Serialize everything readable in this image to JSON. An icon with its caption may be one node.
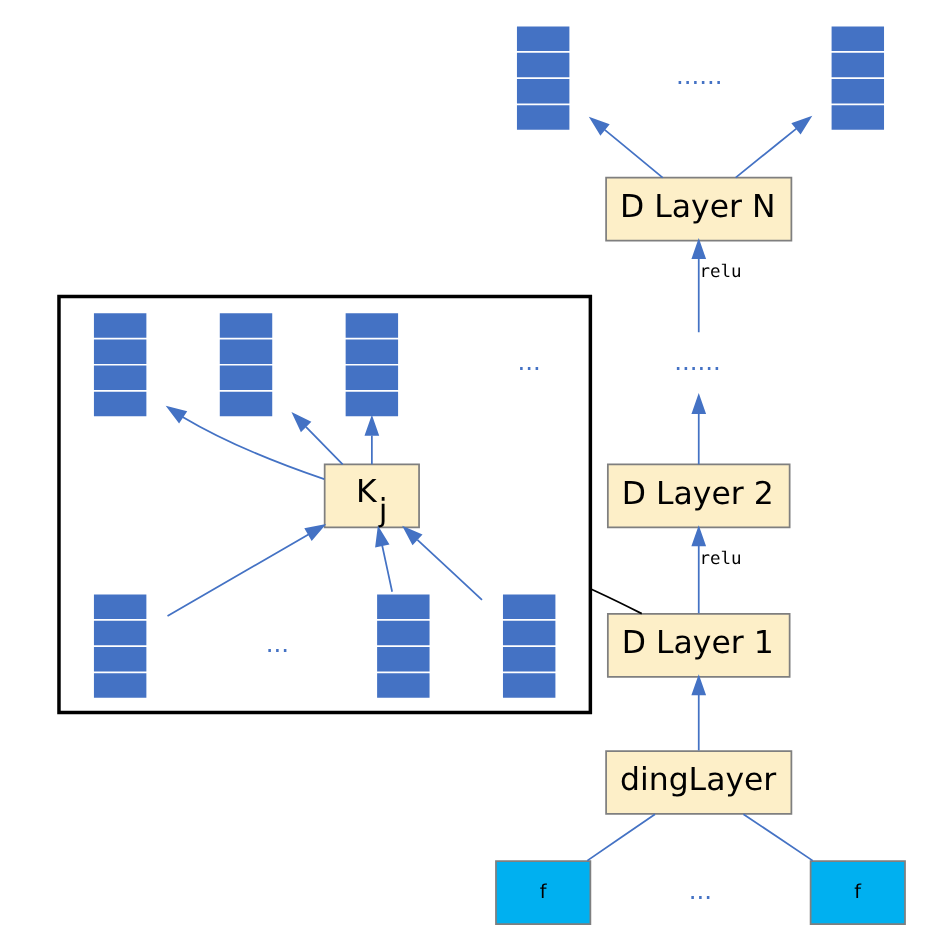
{
  "diagram": {
    "nodes": [
      {
        "text": [],
        "shape": "bar"
      },
      {
        "text": [],
        "shape": "bar"
      },
      {
        "text": [
          "D Layer N"
        ]
      },
      {
        "text": [
          "......"
        ]
      },
      {
        "text": [
          "D Layer 2"
        ]
      },
      {
        "text": [
          "D Layer 1"
        ]
      },
      {
        "text": [
          "dingLayer"
        ]
      },
      {
        "text": [
          "f"
        ]
      },
      {
        "text": [
          "f"
        ]
      },
      {
        "text": [],
        "shape": "box"
      },
      {
        "text": [
          "K$_{j}$"
        ],
        "in": 9
      },
      {
        "text": [],
        "shape": "bar",
        "in": 9
      },
      {
        "text": [],
        "shape": "bar",
        "in": 9
      },
      {
        "text": [],
        "shape": "bar",
        "in": 9
      },
      {
        "text": [],
        "shape": "bar",
        "in": 9
      },
      {
        "text": [],
        "shape": "bar",
        "in": 9
      },
      {
        "text": [],
        "shape": "bar",
        "in": 9
      }
    ],
    "edges": [
      {
        "from": 2,
        "to": 0,
        "arrow": "to"
      },
      {
        "from": 2,
        "to": 1,
        "arrow": "to"
      },
      {
        "from": 3,
        "to": 2,
        "arrow": "to",
        "label": "relu"
      },
      {
        "from": 4,
        "to": 3,
        "arrow": "to"
      },
      {
        "from": 5,
        "to": 4,
        "arrow": "to",
        "label": "relu"
      },
      {
        "from": 6,
        "to": 5,
        "arrow": "to"
      },
      {
        "from": 7,
        "to": 6,
        "arrow": "none"
      },
      {
        "from": 8,
        "to": 6,
        "arrow": "none"
      },
      {
        "from": 5,
        "to": 9,
        "arrow": "none",
        "color": "#000000"
      },
      {
        "from": 10,
        "to": 11,
        "arrow": "to"
      },
      {
        "from": 10,
        "to": 12,
        "arrow": "to"
      },
      {
        "from": 10,
        "to": 13,
        "arrow": "to"
      },
      {
        "from": 14,
        "to": 10,
        "arrow": "to"
      },
      {
        "from": 15,
        "to": 10,
        "arrow": "to"
      },
      {
        "from": 16,
        "to": 10,
        "arrow": "to"
      }
    ],
    "labels": [
      "......",
      "...",
      "...",
      "..."
    ]
  }
}
